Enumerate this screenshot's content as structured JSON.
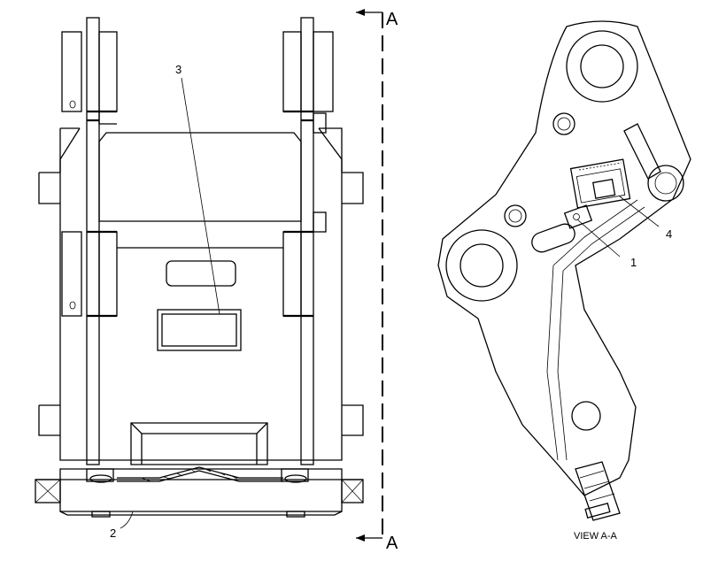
{
  "section_label_top": "A",
  "section_label_bottom": "A",
  "view_caption": "VIEW A-A",
  "callouts": {
    "c1": "1",
    "c2": "2",
    "c3": "3",
    "c4": "4"
  }
}
